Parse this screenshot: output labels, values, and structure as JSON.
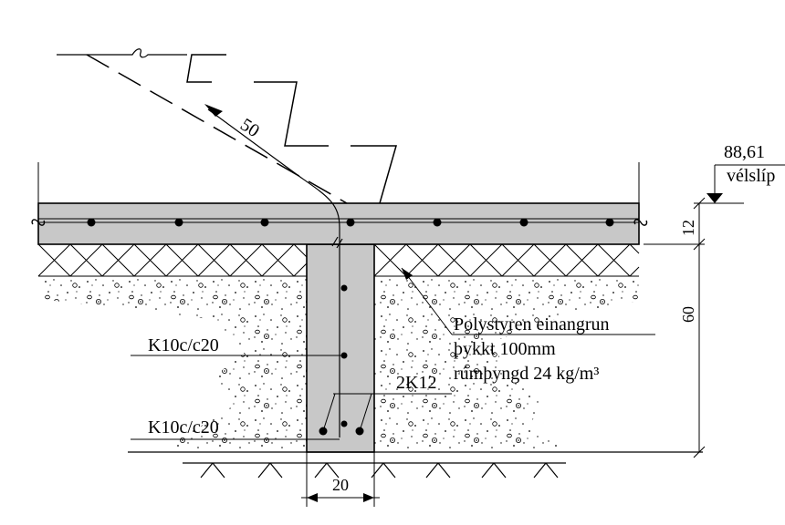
{
  "labels": {
    "level_value": "88,61",
    "level_text": "vélslíp",
    "stair_dim": "50",
    "insulation_line1": "Polystyren einangrun",
    "insulation_line2": "þykkt 100mm",
    "insulation_line3": "rúmþyngd 24 kg/m³",
    "rebar_upper": "K10c/c20",
    "rebar_lower": "K10c/c20",
    "rebar_bottom": "2K12",
    "dim_slab": "12",
    "dim_footing": "60",
    "dim_width": "20"
  }
}
